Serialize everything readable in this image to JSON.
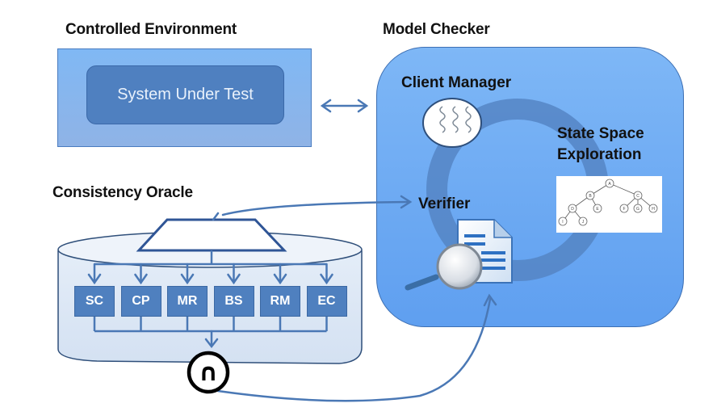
{
  "diagram": {
    "controlled_environment": {
      "title": "Controlled Environment",
      "system_under_test": "System Under Test"
    },
    "model_checker": {
      "title": "Model Checker",
      "client_manager": "Client Manager",
      "state_space_exploration_line1": "State Space",
      "state_space_exploration_line2": "Exploration",
      "verifier": "Verifier",
      "tree_nodes": [
        "A",
        "B",
        "C",
        "D",
        "E",
        "F",
        "G",
        "H",
        "I",
        "J"
      ]
    },
    "consistency_oracle": {
      "title": "Consistency Oracle",
      "checkers": [
        "SC",
        "CP",
        "MR",
        "BS",
        "RM",
        "EC"
      ],
      "combine_symbol": "∩"
    },
    "colors": {
      "primary_blue": "#4f80c0",
      "model_checker_fill": "#6aa8f2",
      "oracle_fill": "#dbe6f5",
      "arrow_blue": "#4a78b5"
    }
  }
}
